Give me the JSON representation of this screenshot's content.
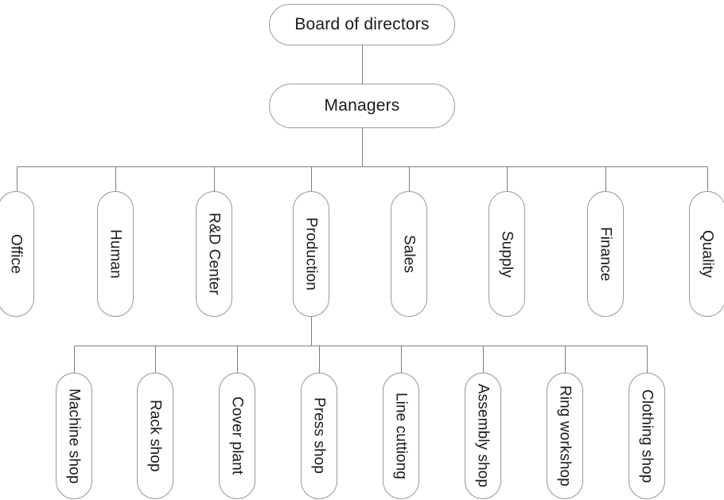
{
  "chart_data": {
    "type": "diagram",
    "diagram_kind": "organizational-chart",
    "orientation": "top-down",
    "levels": 3,
    "node_count": 18,
    "title": "",
    "colors": {
      "background": "#ffffff",
      "node_fill": "#ffffff",
      "node_stroke": "#9a9a9a",
      "edge_stroke": "#7f7f7f",
      "text": "#1a1a1a"
    },
    "nodes": [
      {
        "id": "board",
        "label": "Board of directors",
        "level": 0,
        "text_orientation": "horizontal"
      },
      {
        "id": "managers",
        "label": "Managers",
        "level": 1,
        "text_orientation": "horizontal"
      },
      {
        "id": "office",
        "label": "Office",
        "level": 2,
        "text_orientation": "vertical"
      },
      {
        "id": "human",
        "label": "Human",
        "level": 2,
        "text_orientation": "vertical"
      },
      {
        "id": "rnd",
        "label": "R&D Center",
        "level": 2,
        "text_orientation": "vertical"
      },
      {
        "id": "production",
        "label": "Production",
        "level": 2,
        "text_orientation": "vertical"
      },
      {
        "id": "sales",
        "label": "Sales",
        "level": 2,
        "text_orientation": "vertical"
      },
      {
        "id": "supply",
        "label": "Supply",
        "level": 2,
        "text_orientation": "vertical"
      },
      {
        "id": "finance",
        "label": "Finance",
        "level": 2,
        "text_orientation": "vertical"
      },
      {
        "id": "quality",
        "label": "Quality",
        "level": 2,
        "text_orientation": "vertical"
      },
      {
        "id": "machine-shop",
        "label": "Machine shop",
        "level": 3,
        "text_orientation": "vertical"
      },
      {
        "id": "rack-shop",
        "label": "Rack shop",
        "level": 3,
        "text_orientation": "vertical"
      },
      {
        "id": "cover-plant",
        "label": "Cover plant",
        "level": 3,
        "text_orientation": "vertical"
      },
      {
        "id": "press-shop",
        "label": "Press shop",
        "level": 3,
        "text_orientation": "vertical"
      },
      {
        "id": "line-cuttiong",
        "label": "Line cuttiong",
        "level": 3,
        "text_orientation": "vertical"
      },
      {
        "id": "assembly-shop",
        "label": "Assembly shop",
        "level": 3,
        "text_orientation": "vertical"
      },
      {
        "id": "ring-workshop",
        "label": "Ring workshop",
        "level": 3,
        "text_orientation": "vertical"
      },
      {
        "id": "clothing-shop",
        "label": "Clothing shop",
        "level": 3,
        "text_orientation": "vertical"
      }
    ],
    "edges": [
      {
        "from": "board",
        "to": "managers"
      },
      {
        "from": "managers",
        "to": "office"
      },
      {
        "from": "managers",
        "to": "human"
      },
      {
        "from": "managers",
        "to": "rnd"
      },
      {
        "from": "managers",
        "to": "production"
      },
      {
        "from": "managers",
        "to": "sales"
      },
      {
        "from": "managers",
        "to": "supply"
      },
      {
        "from": "managers",
        "to": "finance"
      },
      {
        "from": "managers",
        "to": "quality"
      },
      {
        "from": "production",
        "to": "machine-shop"
      },
      {
        "from": "production",
        "to": "rack-shop"
      },
      {
        "from": "production",
        "to": "cover-plant"
      },
      {
        "from": "production",
        "to": "press-shop"
      },
      {
        "from": "production",
        "to": "line-cuttiong"
      },
      {
        "from": "production",
        "to": "assembly-shop"
      },
      {
        "from": "production",
        "to": "ring-workshop"
      },
      {
        "from": "production",
        "to": "clothing-shop"
      }
    ]
  },
  "top": {
    "board_label": "Board of directors",
    "managers_label": "Managers"
  },
  "departments": [
    {
      "label": "Office"
    },
    {
      "label": "Human"
    },
    {
      "label": "R&D Center"
    },
    {
      "label": "Production"
    },
    {
      "label": "Sales"
    },
    {
      "label": "Supply"
    },
    {
      "label": "Finance"
    },
    {
      "label": "Quality"
    }
  ],
  "shops": [
    {
      "label": "Machine shop"
    },
    {
      "label": "Rack shop"
    },
    {
      "label": "Cover plant"
    },
    {
      "label": "Press shop"
    },
    {
      "label": "Line cuttiong"
    },
    {
      "label": "Assembly shop"
    },
    {
      "label": "Ring workshop"
    },
    {
      "label": "Clothing shop"
    }
  ]
}
